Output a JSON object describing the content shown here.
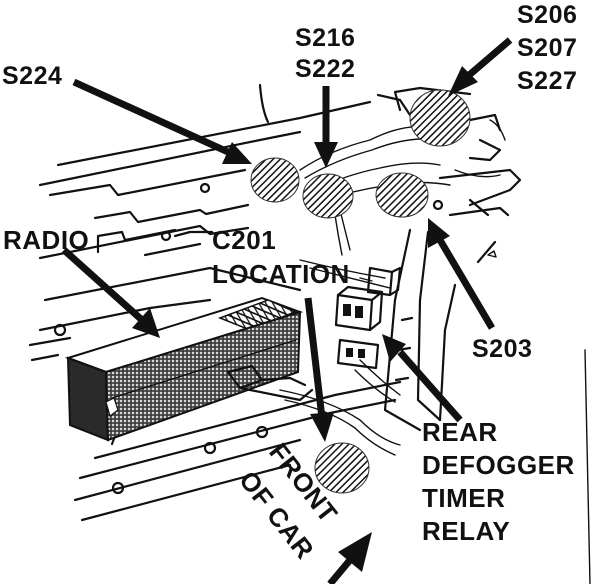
{
  "labels": {
    "s206": "S206",
    "s207": "S207",
    "s227": "S227",
    "s216": "S216",
    "s222": "S222",
    "s224": "S224",
    "radio": "RADIO",
    "c201_line1": "C201",
    "c201_line2": "LOCATION",
    "s203": "S203",
    "rear": "REAR",
    "defogger": "DEFOGGER",
    "timer": "TIMER",
    "relay": "RELAY",
    "front_of": "FRONT",
    "of_car": "OF CAR"
  },
  "colors": {
    "ink": "#111111",
    "paper": "#ffffff"
  }
}
